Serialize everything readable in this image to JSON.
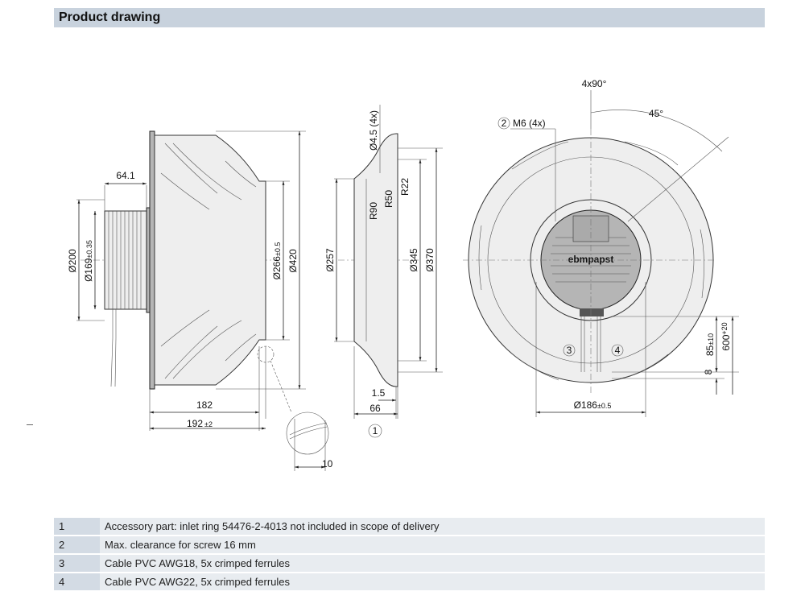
{
  "header": {
    "title": "Product drawing"
  },
  "side_view": {
    "dims": {
      "d200": "Ø200",
      "d169": "Ø169",
      "d169_tol": "±0.35",
      "d266": "Ø266",
      "d266_tol": "±0.5",
      "d420": "Ø420",
      "w64": "64.1",
      "w182": "182",
      "w192": "192",
      "w192_tol": "±2"
    },
    "detail": {
      "w10": "10"
    }
  },
  "inlet_view": {
    "dims": {
      "hole": "Ø4.5 (4x)",
      "r22": "R22",
      "r50": "R50",
      "r90": "R90",
      "d257": "Ø257",
      "d345": "Ø345",
      "d370": "Ø370",
      "w1_5": "1.5",
      "w66": "66"
    },
    "callout": "1"
  },
  "front_view": {
    "dims": {
      "angle4x90": "4x90°",
      "angle45": "45°",
      "m6": "M6 (4x)",
      "d186": "Ø186",
      "d186_tol": "±0.5",
      "h85": "85",
      "h85_tol": "±10",
      "h600": "600",
      "h600_tol": "+20",
      "h8": "8"
    },
    "callouts": {
      "c2": "2",
      "c3": "3",
      "c4": "4"
    },
    "brand_text": "ebmpapst"
  },
  "notes": [
    {
      "num": "1",
      "text": "Accessory part: inlet ring 54476-2-4013 not included in scope of delivery"
    },
    {
      "num": "2",
      "text": "Max. clearance for screw 16 mm"
    },
    {
      "num": "3",
      "text": "Cable PVC AWG18, 5x crimped ferrules"
    },
    {
      "num": "4",
      "text": "Cable PVC AWG22, 5x crimped ferrules"
    }
  ]
}
